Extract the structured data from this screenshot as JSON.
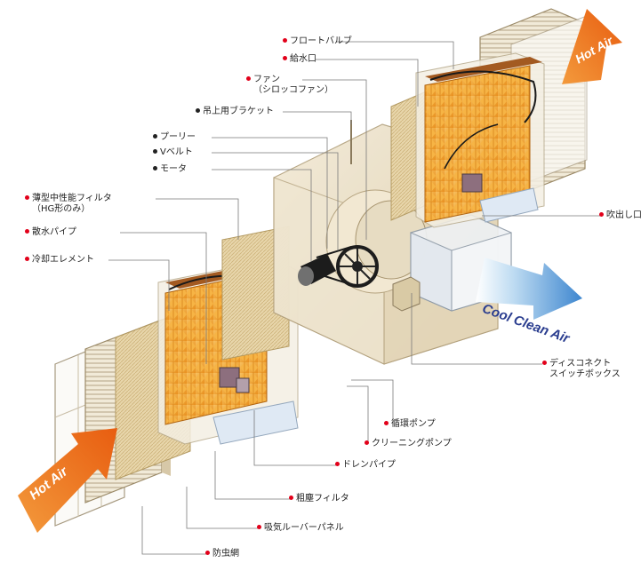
{
  "colors": {
    "red_dot": "#e2001a",
    "black_dot": "#222222",
    "pad_orange": "#f2a531",
    "hot_arrow": "#f07a1a",
    "cool_arrow": "#4f8fd0",
    "casing": "#eadfc6",
    "leader": "#7a7a7a"
  },
  "arrows": {
    "hot_air_top": "Hot Air",
    "hot_air_bottom": "Hot Air",
    "cool_clean_air": "Cool Clean Air"
  },
  "labels": {
    "float_valve": "フロートバルブ",
    "water_inlet": "給水口",
    "fan": "ファン",
    "fan_sub": "（シロッコファン）",
    "hanging_bracket": "吊上用ブラケット",
    "pulley": "プーリー",
    "v_belt": "Vベルト",
    "motor": "モータ",
    "thin_filter": "薄型中性能フィルタ",
    "thin_filter_sub": "（HG形のみ）",
    "sprinkler_pipe": "散水パイプ",
    "cooling_element": "冷却エレメント",
    "outlet": "吹出し口",
    "disconnect": "ディスコネクト",
    "disconnect_sub": "スイッチボックス",
    "circulation_pump": "循環ポンプ",
    "cleaning_pump": "クリーニングポンプ",
    "drain_pipe": "ドレンパイプ",
    "coarse_filter": "粗塵フィルタ",
    "louver_panel": "吸気ルーバーパネル",
    "insect_net": "防虫網"
  }
}
